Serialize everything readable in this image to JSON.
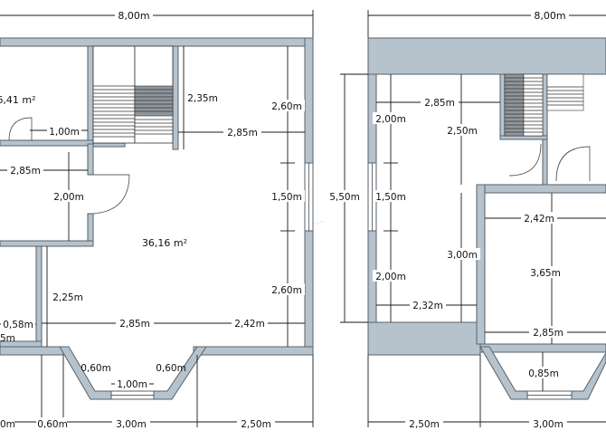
{
  "left_plan": {
    "top_width": "8,00m",
    "area_small_room": "6,41 m²",
    "area_main_room": "36,16 m²",
    "dims": {
      "d_100_door": "1,00m",
      "d_285_left": "2,85m",
      "d_200_hall": "2,00m",
      "d_235": "2,35m",
      "d_260_top": "2,60m",
      "d_285_top": "2,85m",
      "d_150": "1,50m",
      "d_260_bot": "2,60m",
      "d_225": "2,25m",
      "d_058": "0,58m",
      "d_cut_m": "5m",
      "d_285_bot": "2,85m",
      "d_242": "2,42m",
      "d_060_left": "0,60m",
      "d_060_right": "0,60m",
      "d_100_bay": "1,00m",
      "d_bottom_cut": "0m",
      "d_bottom_060": "0,60m",
      "d_bottom_300": "3,00m",
      "d_bottom_250": "2,50m"
    }
  },
  "right_plan": {
    "top_width": "8,00m",
    "dims": {
      "d_550": "5,50m",
      "d_285_top": "2,85m",
      "d_250": "2,50m",
      "d_200_top": "2,00m",
      "d_150": "1,50m",
      "d_300": "3,00m",
      "d_200_bot": "2,00m",
      "d_242": "2,42m",
      "d_365": "3,65m",
      "d_232": "2,32m",
      "d_285_bot": "2,85m",
      "d_085": "0,85m",
      "d_bottom_250": "2,50m",
      "d_bottom_300": "3,00m"
    }
  },
  "colors": {
    "wall": "#b7c3cc",
    "wall_edge": "#55616b",
    "line": "#1a1a1a"
  }
}
